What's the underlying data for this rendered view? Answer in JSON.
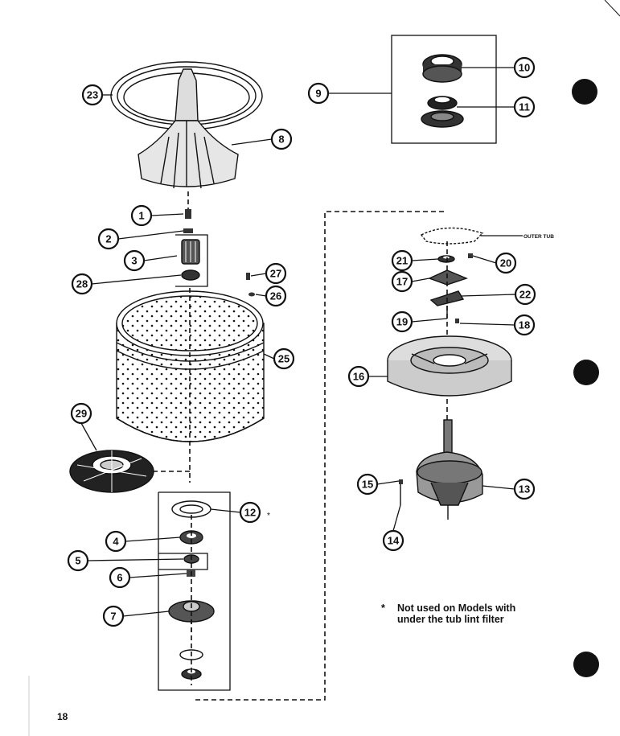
{
  "callouts": {
    "c1": "1",
    "c2": "2",
    "c3": "3",
    "c4": "4",
    "c5": "5",
    "c6": "6",
    "c7": "7",
    "c8": "8",
    "c9": "9",
    "c10": "10",
    "c11": "11",
    "c12": "12",
    "c13": "13",
    "c14": "14",
    "c15": "15",
    "c16": "16",
    "c17": "17",
    "c18": "18",
    "c19": "19",
    "c20": "20",
    "c21": "21",
    "c22": "22",
    "c23": "23",
    "c25": "25",
    "c26": "26",
    "c27": "27",
    "c28": "28",
    "c29": "29"
  },
  "outer_tub_label": "OUTER TUB",
  "note": {
    "asterisk": "*",
    "line1": "Not used on Models with",
    "line2": "under the tub lint filter"
  },
  "stray_asterisk": "*",
  "page_number": "18"
}
